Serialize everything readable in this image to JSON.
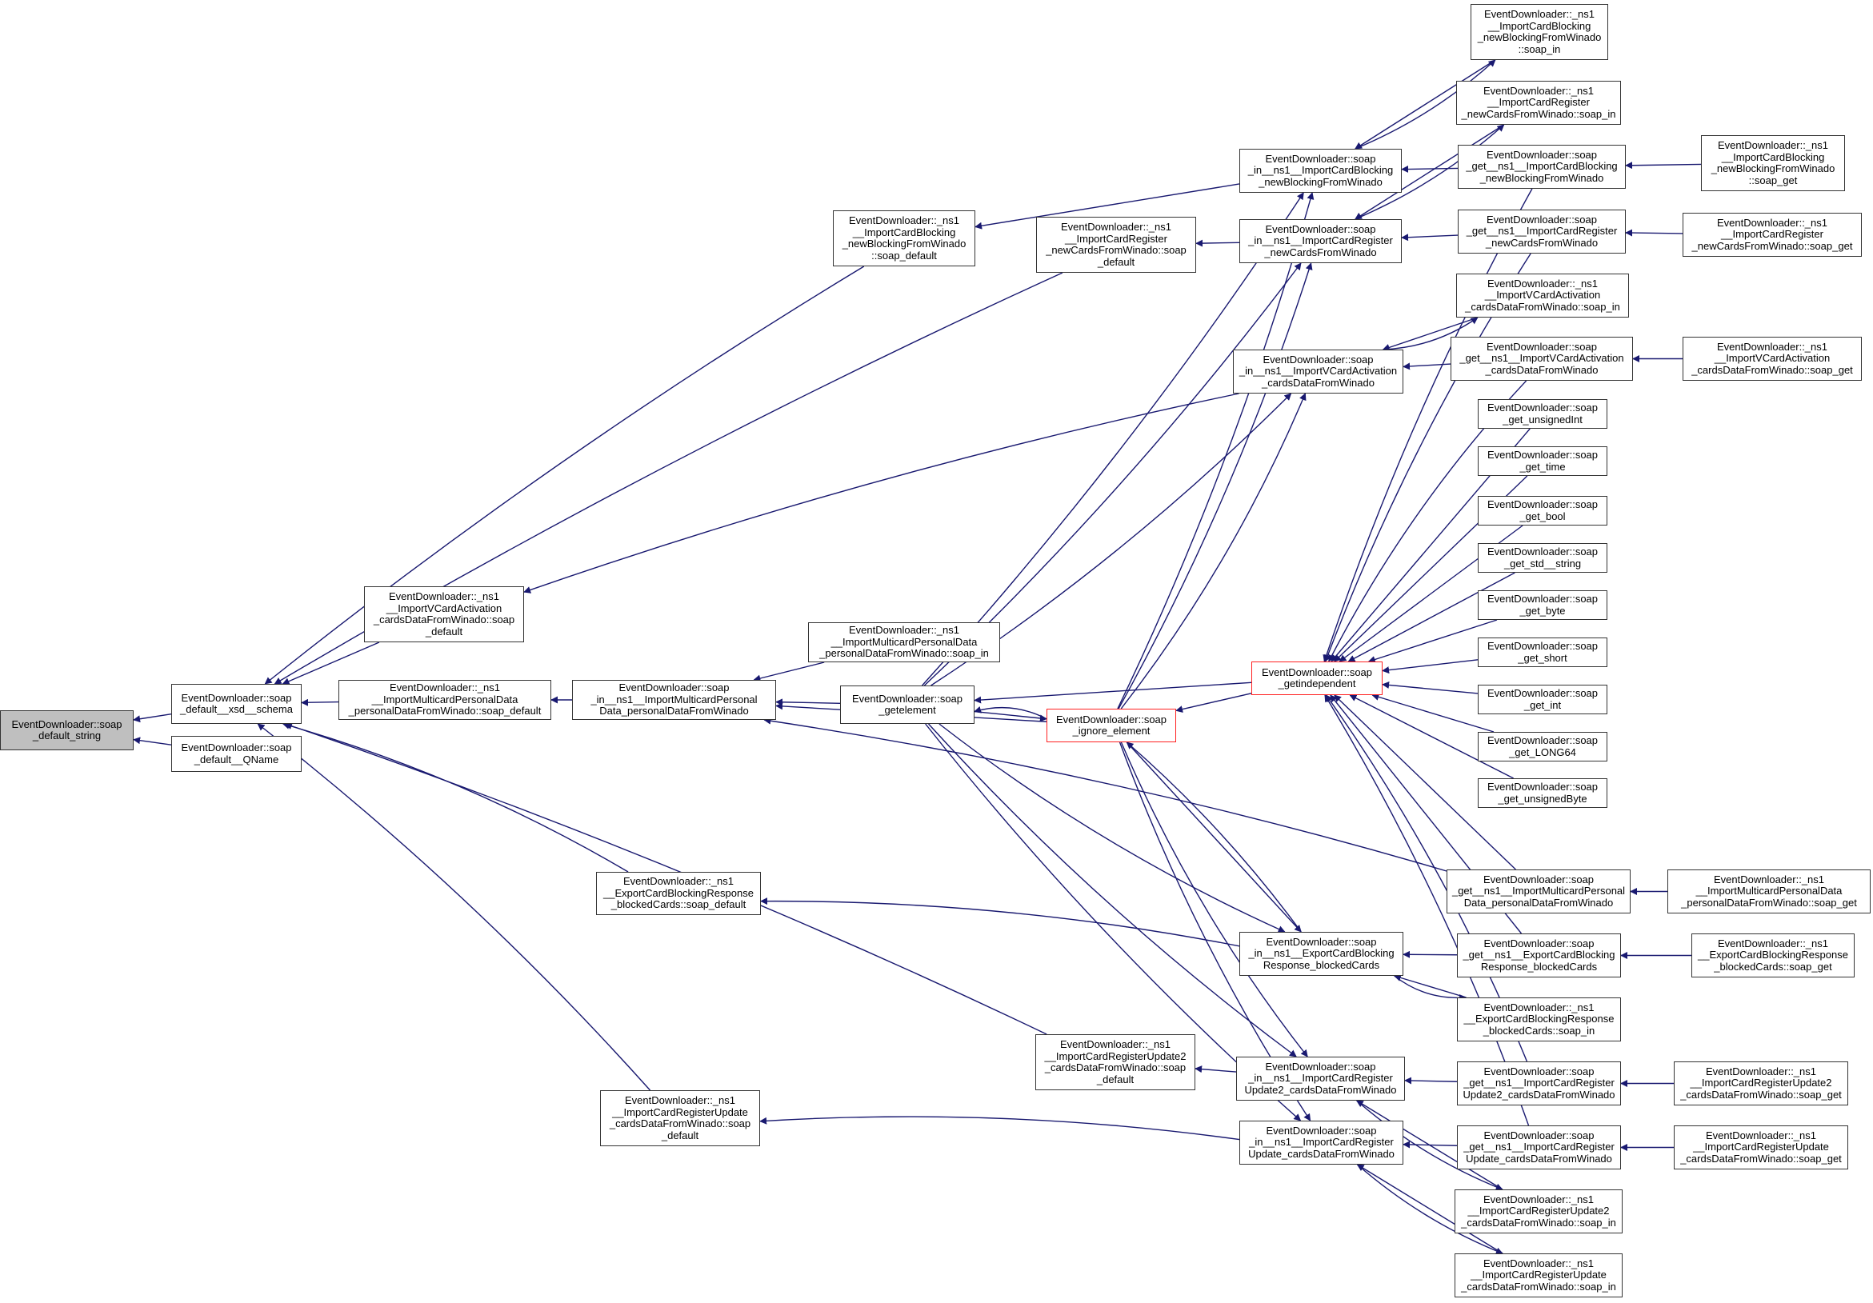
{
  "graph": {
    "title": "Caller graph: EventDownloader::soap_default_string",
    "edge_color": "#191970",
    "nodes": [
      {
        "id": "n0",
        "label": "EventDownloader::soap\n_default_string",
        "style": "root"
      },
      {
        "id": "n1",
        "label": "EventDownloader::soap\n_default__xsd__schema",
        "style": "normal"
      },
      {
        "id": "n2",
        "label": "EventDownloader::soap\n_default__QName",
        "style": "normal"
      },
      {
        "id": "n3",
        "label": "EventDownloader::_ns1\n__ImportCardBlocking\n_newBlockingFromWinado\n::soap_default",
        "style": "normal"
      },
      {
        "id": "n4",
        "label": "EventDownloader::_ns1\n__ImportCardRegister\n_newCardsFromWinado::soap\n_default",
        "style": "normal"
      },
      {
        "id": "n5",
        "label": "EventDownloader::_ns1\n__ImportVCardActivation\n_cardsDataFromWinado::soap\n_default",
        "style": "normal"
      },
      {
        "id": "n6",
        "label": "EventDownloader::_ns1\n__ImportMulticardPersonalData\n_personalDataFromWinado::soap_default",
        "style": "normal"
      },
      {
        "id": "n7",
        "label": "EventDownloader::soap\n_in__ns1__ImportMulticardPersonal\nData_personalDataFromWinado",
        "style": "normal"
      },
      {
        "id": "n8",
        "label": "EventDownloader::_ns1\n__ImportMulticardPersonalData\n_personalDataFromWinado::soap_in",
        "style": "normal"
      },
      {
        "id": "n9",
        "label": "EventDownloader::soap\n_getelement",
        "style": "normal"
      },
      {
        "id": "n10",
        "label": "EventDownloader::soap\n_ignore_element",
        "style": "red"
      },
      {
        "id": "n11",
        "label": "EventDownloader::soap\n_getindependent",
        "style": "red"
      },
      {
        "id": "n12",
        "label": "EventDownloader::_ns1\n__ExportCardBlockingResponse\n_blockedCards::soap_default",
        "style": "normal"
      },
      {
        "id": "n13",
        "label": "EventDownloader::_ns1\n__ImportCardRegisterUpdate2\n_cardsDataFromWinado::soap\n_default",
        "style": "normal"
      },
      {
        "id": "n14",
        "label": "EventDownloader::_ns1\n__ImportCardRegisterUpdate\n_cardsDataFromWinado::soap\n_default",
        "style": "normal"
      },
      {
        "id": "n15",
        "label": "EventDownloader::soap\n_in__ns1__ImportCardBlocking\n_newBlockingFromWinado",
        "style": "normal"
      },
      {
        "id": "n16",
        "label": "EventDownloader::soap\n_in__ns1__ImportCardRegister\n_newCardsFromWinado",
        "style": "normal"
      },
      {
        "id": "n17",
        "label": "EventDownloader::soap\n_in__ns1__ImportVCardActivation\n_cardsDataFromWinado",
        "style": "normal"
      },
      {
        "id": "n18",
        "label": "EventDownloader::soap\n_in__ns1__ExportCardBlocking\nResponse_blockedCards",
        "style": "normal"
      },
      {
        "id": "n19",
        "label": "EventDownloader::soap\n_in__ns1__ImportCardRegister\nUpdate2_cardsDataFromWinado",
        "style": "normal"
      },
      {
        "id": "n20",
        "label": "EventDownloader::soap\n_in__ns1__ImportCardRegister\nUpdate_cardsDataFromWinado",
        "style": "normal"
      },
      {
        "id": "n21",
        "label": "EventDownloader::_ns1\n__ImportCardBlocking\n_newBlockingFromWinado\n::soap_in",
        "style": "normal"
      },
      {
        "id": "n22",
        "label": "EventDownloader::_ns1\n__ImportCardRegister\n_newCardsFromWinado::soap_in",
        "style": "normal"
      },
      {
        "id": "n23",
        "label": "EventDownloader::soap\n_get__ns1__ImportCardBlocking\n_newBlockingFromWinado",
        "style": "normal"
      },
      {
        "id": "n24",
        "label": "EventDownloader::soap\n_get__ns1__ImportCardRegister\n_newCardsFromWinado",
        "style": "normal"
      },
      {
        "id": "n25",
        "label": "EventDownloader::_ns1\n__ImportVCardActivation\n_cardsDataFromWinado::soap_in",
        "style": "normal"
      },
      {
        "id": "n26",
        "label": "EventDownloader::soap\n_get__ns1__ImportVCardActivation\n_cardsDataFromWinado",
        "style": "normal"
      },
      {
        "id": "n27",
        "label": "EventDownloader::soap\n_get_unsignedInt",
        "style": "normal"
      },
      {
        "id": "n28",
        "label": "EventDownloader::soap\n_get_time",
        "style": "normal"
      },
      {
        "id": "n29",
        "label": "EventDownloader::soap\n_get_bool",
        "style": "normal"
      },
      {
        "id": "n30",
        "label": "EventDownloader::soap\n_get_std__string",
        "style": "normal"
      },
      {
        "id": "n31",
        "label": "EventDownloader::soap\n_get_byte",
        "style": "normal"
      },
      {
        "id": "n32",
        "label": "EventDownloader::soap\n_get_short",
        "style": "normal"
      },
      {
        "id": "n33",
        "label": "EventDownloader::soap\n_get_int",
        "style": "normal"
      },
      {
        "id": "n34",
        "label": "EventDownloader::soap\n_get_LONG64",
        "style": "normal"
      },
      {
        "id": "n35",
        "label": "EventDownloader::soap\n_get_unsignedByte",
        "style": "normal"
      },
      {
        "id": "n36",
        "label": "EventDownloader::soap\n_get__ns1__ImportMulticardPersonal\nData_personalDataFromWinado",
        "style": "normal"
      },
      {
        "id": "n37",
        "label": "EventDownloader::soap\n_get__ns1__ExportCardBlocking\nResponse_blockedCards",
        "style": "normal"
      },
      {
        "id": "n38",
        "label": "EventDownloader::_ns1\n__ExportCardBlockingResponse\n_blockedCards::soap_in",
        "style": "normal"
      },
      {
        "id": "n39",
        "label": "EventDownloader::soap\n_get__ns1__ImportCardRegister\nUpdate2_cardsDataFromWinado",
        "style": "normal"
      },
      {
        "id": "n40",
        "label": "EventDownloader::soap\n_get__ns1__ImportCardRegister\nUpdate_cardsDataFromWinado",
        "style": "normal"
      },
      {
        "id": "n41",
        "label": "EventDownloader::_ns1\n__ImportCardRegisterUpdate2\n_cardsDataFromWinado::soap_in",
        "style": "normal"
      },
      {
        "id": "n42",
        "label": "EventDownloader::_ns1\n__ImportCardRegisterUpdate\n_cardsDataFromWinado::soap_in",
        "style": "normal"
      },
      {
        "id": "n43",
        "label": "EventDownloader::_ns1\n__ImportCardBlocking\n_newBlockingFromWinado\n::soap_get",
        "style": "normal"
      },
      {
        "id": "n44",
        "label": "EventDownloader::_ns1\n__ImportCardRegister\n_newCardsFromWinado::soap_get",
        "style": "normal"
      },
      {
        "id": "n45",
        "label": "EventDownloader::_ns1\n__ImportVCardActivation\n_cardsDataFromWinado::soap_get",
        "style": "normal"
      },
      {
        "id": "n46",
        "label": "EventDownloader::_ns1\n__ImportMulticardPersonalData\n_personalDataFromWinado::soap_get",
        "style": "normal"
      },
      {
        "id": "n47",
        "label": "EventDownloader::_ns1\n__ExportCardBlockingResponse\n_blockedCards::soap_get",
        "style": "normal"
      },
      {
        "id": "n48",
        "label": "EventDownloader::_ns1\n__ImportCardRegisterUpdate2\n_cardsDataFromWinado::soap_get",
        "style": "normal"
      },
      {
        "id": "n49",
        "label": "EventDownloader::_ns1\n__ImportCardRegisterUpdate\n_cardsDataFromWinado::soap_get",
        "style": "normal"
      }
    ],
    "edges": [
      [
        "n1",
        "n0"
      ],
      [
        "n2",
        "n0"
      ],
      [
        "n3",
        "n1"
      ],
      [
        "n4",
        "n1"
      ],
      [
        "n5",
        "n1"
      ],
      [
        "n6",
        "n1"
      ],
      [
        "n12",
        "n1"
      ],
      [
        "n13",
        "n1"
      ],
      [
        "n14",
        "n1"
      ],
      [
        "n7",
        "n6"
      ],
      [
        "n15",
        "n3"
      ],
      [
        "n16",
        "n4"
      ],
      [
        "n17",
        "n5"
      ],
      [
        "n8",
        "n7"
      ],
      [
        "n9",
        "n7"
      ],
      [
        "n10",
        "n7"
      ],
      [
        "n36",
        "n7"
      ],
      [
        "n9",
        "n10"
      ],
      [
        "n11",
        "n9"
      ],
      [
        "n11",
        "n10"
      ],
      [
        "n10",
        "n9"
      ],
      [
        "n9",
        "n15"
      ],
      [
        "n9",
        "n16"
      ],
      [
        "n9",
        "n17"
      ],
      [
        "n10",
        "n15"
      ],
      [
        "n10",
        "n16"
      ],
      [
        "n10",
        "n17"
      ],
      [
        "n21",
        "n15"
      ],
      [
        "n15",
        "n21"
      ],
      [
        "n22",
        "n16"
      ],
      [
        "n16",
        "n22"
      ],
      [
        "n23",
        "n15"
      ],
      [
        "n24",
        "n16"
      ],
      [
        "n25",
        "n17"
      ],
      [
        "n17",
        "n25"
      ],
      [
        "n26",
        "n17"
      ],
      [
        "n27",
        "n11"
      ],
      [
        "n28",
        "n11"
      ],
      [
        "n29",
        "n11"
      ],
      [
        "n30",
        "n11"
      ],
      [
        "n31",
        "n11"
      ],
      [
        "n32",
        "n11"
      ],
      [
        "n33",
        "n11"
      ],
      [
        "n34",
        "n11"
      ],
      [
        "n35",
        "n11"
      ],
      [
        "n23",
        "n11"
      ],
      [
        "n24",
        "n11"
      ],
      [
        "n26",
        "n11"
      ],
      [
        "n36",
        "n11"
      ],
      [
        "n37",
        "n11"
      ],
      [
        "n39",
        "n11"
      ],
      [
        "n40",
        "n11"
      ],
      [
        "n18",
        "n12"
      ],
      [
        "n19",
        "n13"
      ],
      [
        "n20",
        "n14"
      ],
      [
        "n9",
        "n18"
      ],
      [
        "n9",
        "n19"
      ],
      [
        "n9",
        "n20"
      ],
      [
        "n10",
        "n18"
      ],
      [
        "n10",
        "n19"
      ],
      [
        "n10",
        "n20"
      ],
      [
        "n18",
        "n10"
      ],
      [
        "n37",
        "n18"
      ],
      [
        "n38",
        "n18"
      ],
      [
        "n18",
        "n38"
      ],
      [
        "n39",
        "n19"
      ],
      [
        "n41",
        "n19"
      ],
      [
        "n19",
        "n41"
      ],
      [
        "n40",
        "n20"
      ],
      [
        "n42",
        "n20"
      ],
      [
        "n20",
        "n42"
      ],
      [
        "n43",
        "n23"
      ],
      [
        "n44",
        "n24"
      ],
      [
        "n45",
        "n26"
      ],
      [
        "n46",
        "n36"
      ],
      [
        "n47",
        "n37"
      ],
      [
        "n48",
        "n39"
      ],
      [
        "n49",
        "n40"
      ]
    ]
  }
}
